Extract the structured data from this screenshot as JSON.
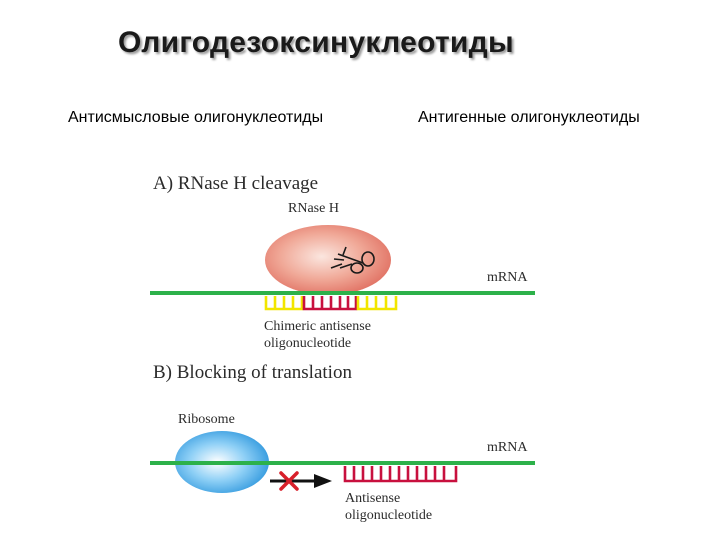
{
  "title": "Олигодезоксинуклеотиды",
  "subheadings": {
    "left": "Антисмысловые олигонуклеотиды",
    "right": "Антигенные олигонуклеотиды"
  },
  "diagram": {
    "panel_a": {
      "heading": "A) RNase H cleavage",
      "enzyme_label": "RNase H",
      "mrna_label": "mRNA",
      "oligo_label_line1": "Chimeric antisense",
      "oligo_label_line2": "oligonucleotide"
    },
    "panel_b": {
      "heading": "B) Blocking of translation",
      "ribosome_label": "Ribosome",
      "mrna_label": "mRNA",
      "oligo_label_line1": "Antisense",
      "oligo_label_line2": "oligonucleotide"
    },
    "icons": [
      "scissors-icon",
      "blocked-x-icon",
      "arrow-right-icon"
    ]
  },
  "colors": {
    "mrna_strand": "#2db14a",
    "antisense_red": "#c8103e",
    "chimeric_yellow": "#f2e600",
    "rnase_fill": "#e8877a",
    "ribosome_fill": "#3aa6e6",
    "block_x": "#d81f2a"
  }
}
